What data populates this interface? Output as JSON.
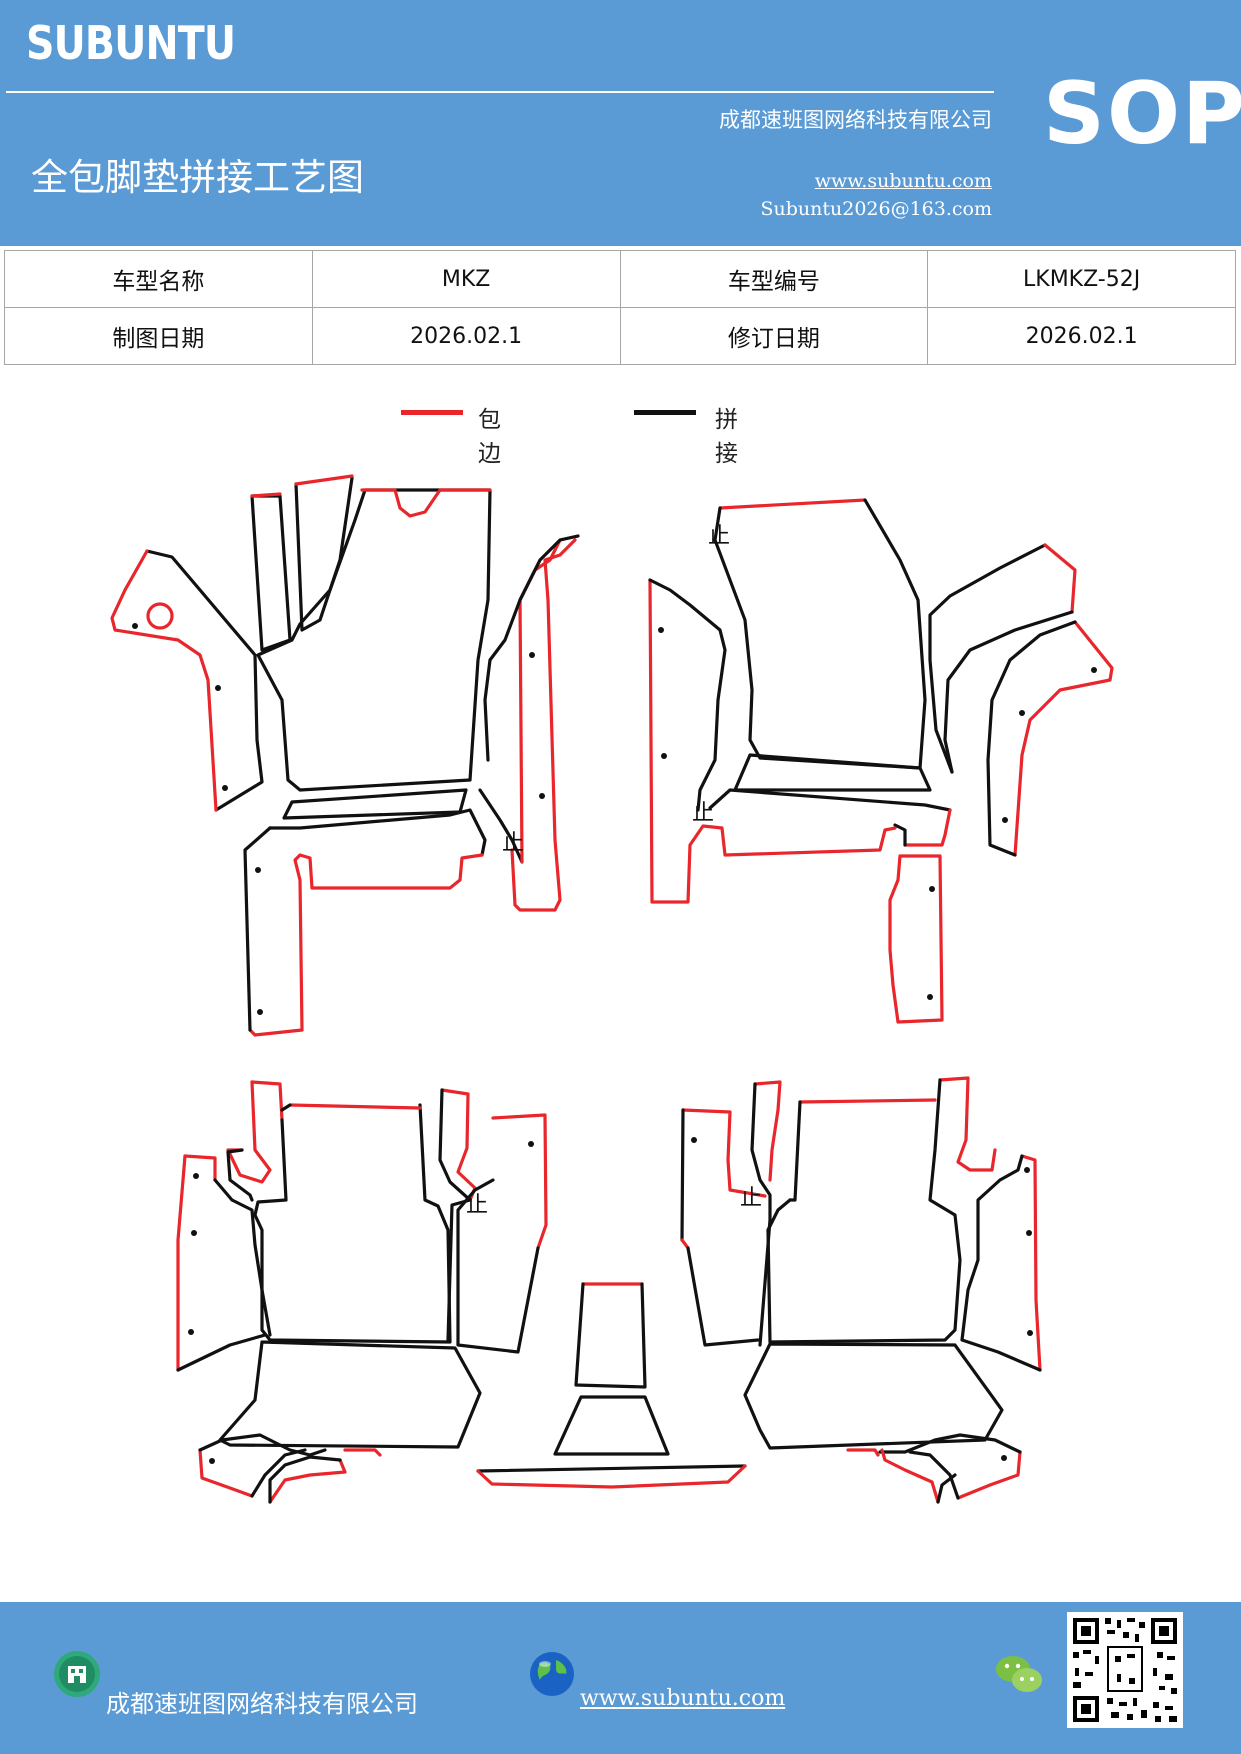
{
  "header": {
    "logo": "SUBUNTU",
    "company": "成都速班图网络科技有限公司",
    "title": "全包脚垫拼接工艺图",
    "website": "www.subuntu.com",
    "email": "Subuntu2026@163.com",
    "badge": "SOP"
  },
  "info_table": {
    "model_name_label": "车型名称",
    "model_name": "MKZ",
    "model_code_label": "车型编号",
    "model_code": "LKMKZ-52J",
    "draw_date_label": "制图日期",
    "draw_date": "2026.02.1",
    "revise_date_label": "修订日期",
    "revise_date": "2026.02.1"
  },
  "legend": {
    "edge_label": "包边",
    "edge_color": "#e8262b",
    "join_label": "拼接",
    "join_color": "#111111"
  },
  "stop_mark": "止",
  "footer": {
    "company": "成都速班图网络科技有限公司",
    "website": "www.subuntu.com",
    "icons": [
      "building-icon",
      "globe-icon",
      "wechat-icon",
      "qr-code"
    ]
  }
}
